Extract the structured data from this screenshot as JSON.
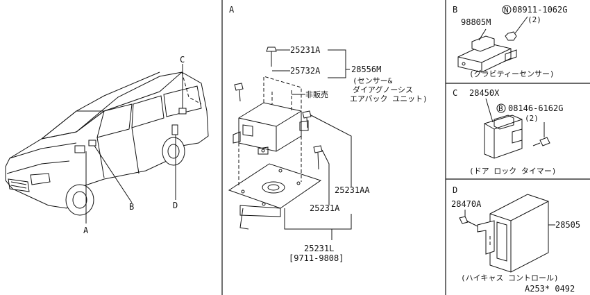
{
  "overview": {
    "callouts": {
      "a": "A",
      "b": "B",
      "c": "C",
      "d": "D"
    }
  },
  "panel_a": {
    "letter": "A",
    "bolt_top": "25231A",
    "bolt_mid": "25732A",
    "unit_part": "28556M",
    "unit_name_line1": "(センサー&",
    "unit_name_line2": "ダイアグノーシス",
    "unit_name_line3": "エアバック ユニット)",
    "not_sold": "非販売",
    "bolt_right": "25231AA",
    "bolt_lower": "25231A",
    "bracket_part": "25231L",
    "bracket_period": "[9711-9808]"
  },
  "panel_b": {
    "letter": "B",
    "nut_symbol": "N",
    "nut_part": "08911-1062G",
    "nut_qty": "(2)",
    "sensor_part": "98805M",
    "caption": "(グラビティーセンサー)"
  },
  "panel_c": {
    "letter": "C",
    "timer_part": "28450X",
    "bolt_symbol": "B",
    "bolt_part": "08146-6162G",
    "bolt_qty": "(2)",
    "caption": "(ドア ロック タイマー)"
  },
  "panel_d": {
    "letter": "D",
    "bracket_part": "28470A",
    "unit_part": "28505",
    "caption": "(ハイキャス コントロール)"
  },
  "diagram_code": "A253* 0492"
}
